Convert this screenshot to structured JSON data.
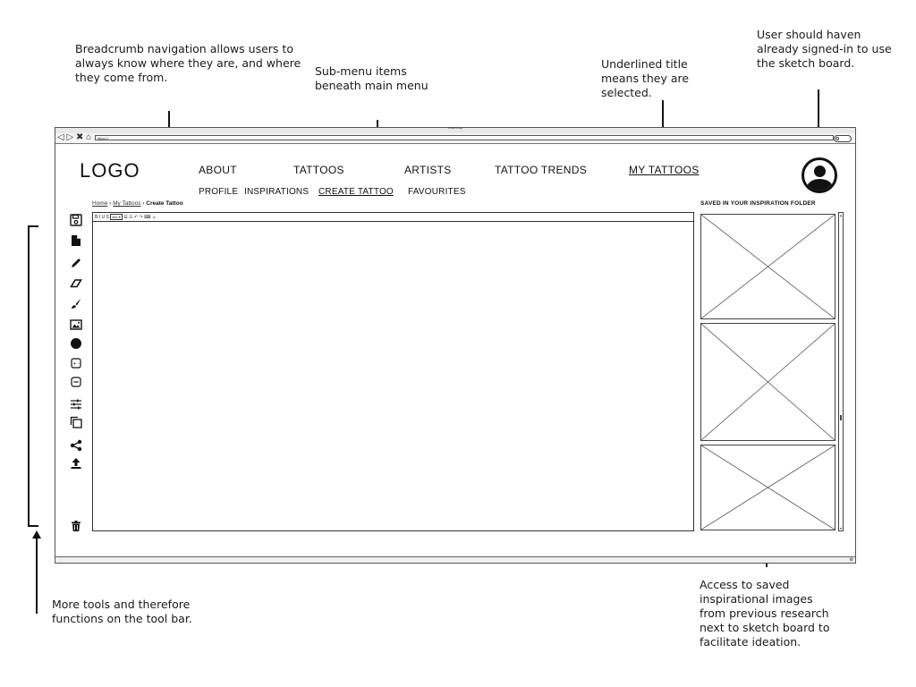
{
  "annotations": {
    "breadcrumb_note": "Breadcrumb navigation allows users to always know where they are, and where they come from.",
    "submenu_note": "Sub-menu items beneath main menu",
    "underlined_note": "Underlined title means they are selected.",
    "signin_note": "User should haven already signed-in to use the sketch board.",
    "toolbar_note": "More tools and therefore functions on the tool bar.",
    "inspiration_note": "Access to saved inspirational images from previous research next to sketch board to facilitate ideation."
  },
  "browser": {
    "window_title": "A Web Page",
    "url": "https://",
    "nav_glyphs": "◁ ▷ ✖ ⌂"
  },
  "header": {
    "logo": "LOGO",
    "main_nav": [
      "ABOUT",
      "TATTOOS",
      "ARTISTS",
      "TATTOO TRENDS",
      "MY TATTOOS"
    ],
    "selected_main": "MY TATTOOS",
    "sub_nav": [
      "PROFILE",
      "INSPIRATIONS",
      "CREATE TATTOO",
      "FAVOURITES"
    ],
    "selected_sub": "CREATE TATTOO"
  },
  "breadcrumb": {
    "items": [
      "Home",
      "My Tattoos",
      "Create Tattoo"
    ],
    "separator": "›"
  },
  "editor": {
    "format_toolbar": "B I U S",
    "font_size_select": "abc ▾",
    "format_extra": "☰ ☷ ↶ ↷ ⌨ ☺"
  },
  "tools": [
    {
      "icon": "save-icon"
    },
    {
      "icon": "new-file-icon"
    },
    {
      "icon": "pencil-icon"
    },
    {
      "icon": "eraser-icon"
    },
    {
      "icon": "brush-icon"
    },
    {
      "icon": "image-icon"
    },
    {
      "icon": "circle-shape-icon"
    },
    {
      "icon": "add-box-icon"
    },
    {
      "icon": "remove-box-icon"
    },
    {
      "icon": "sliders-icon"
    },
    {
      "icon": "copy-icon"
    },
    {
      "icon": "share-icon"
    },
    {
      "icon": "upload-icon"
    },
    {
      "icon": "trash-icon"
    }
  ],
  "inspiration": {
    "heading": "SAVED IN YOUR INSPIRATION FOLDER",
    "thumbnail_count": 3
  }
}
